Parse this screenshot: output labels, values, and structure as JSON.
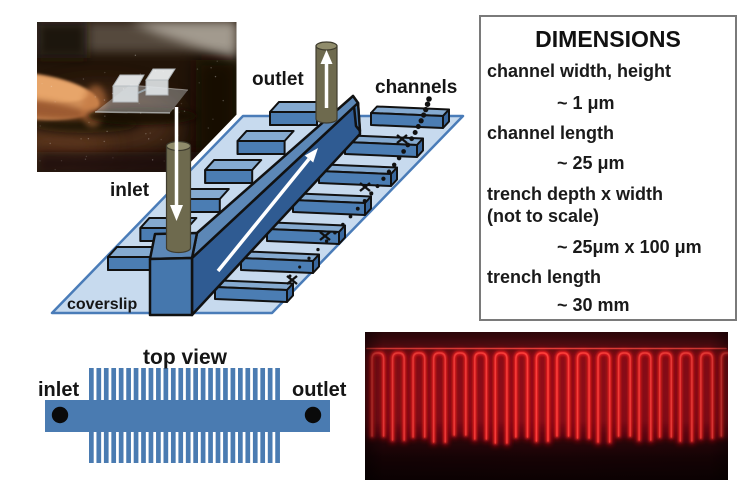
{
  "diagram_3d": {
    "labels": {
      "inlet": "inlet",
      "outlet": "outlet",
      "channels": "channels",
      "coverslip": "coverslip"
    },
    "left_channel_count": 6,
    "right_channel_count": 7
  },
  "dimensions_panel": {
    "title": "DIMENSIONS",
    "lines": [
      {
        "text": "channel width, height",
        "type": "label"
      },
      {
        "text": "~ 1 μm",
        "type": "value"
      },
      {
        "text": "channel length",
        "type": "label"
      },
      {
        "text": "~ 25 μm",
        "type": "value"
      },
      {
        "text": "trench depth x width",
        "type": "label"
      },
      {
        "text": "(not to scale)",
        "type": "label"
      },
      {
        "text": "~ 25μm x 100 μm",
        "type": "value"
      },
      {
        "text": "trench length",
        "type": "label"
      },
      {
        "text": "~ 30 mm",
        "type": "value"
      }
    ]
  },
  "top_view": {
    "title": "top view",
    "inlet_label": "inlet",
    "outlet_label": "outlet",
    "channel_count_per_side": 26
  },
  "fluorescence_image": {
    "channel_count": 18
  },
  "colors": {
    "device_blue": "#4a7bb1",
    "device_blue_dark": "#2f5b92",
    "device_blue_top": "#5c87b6",
    "rib_top_blue": "#85aad0",
    "rib_front_blue": "#4b7db3",
    "rib_end_blue": "#39689f",
    "coverslip_blue": "#c7daee",
    "coverslip_edge": "#4a7cb8",
    "cylinder_olive": "#6e6a4e",
    "cylinder_olive_top": "#908c6b",
    "fluorescence_red": "#ff2328"
  }
}
